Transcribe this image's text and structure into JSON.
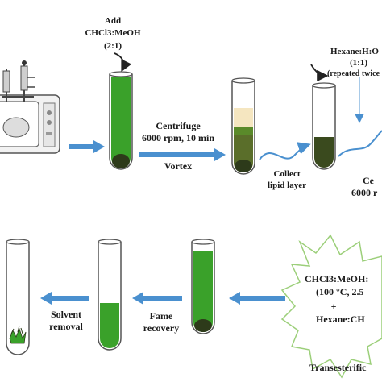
{
  "labels": {
    "add_title": "Add",
    "add_ratio": "CHCl3:MeOH",
    "add_ratio2": "(2:1)",
    "centrifuge1": "Centrifuge",
    "centrifuge1_speed": "6000 rpm, 10 min",
    "vortex": "Vortex",
    "collect1": "Collect",
    "collect2": "lipid layer",
    "hexane_ratio": "Hexane:H:O",
    "hexane_ratio2": "(1:1)",
    "repeated": "(repeated twice",
    "centrifuge2": "Ce",
    "centrifuge2_speed": "6000 r",
    "solvent1": "Solvent",
    "solvent2": "removal",
    "fame1": "Fame",
    "fame2": "recovery",
    "star_line1": "CHCl3:MeOH:",
    "star_line2": "(100 °C, 2.5",
    "star_plus": "+",
    "star_line3": "Hexane:CH",
    "transesterification": "Transesterific"
  },
  "colors": {
    "arrow": "#4a90cf",
    "green_liquid": "#3aa12a",
    "dark_sediment": "#2d3a1a",
    "lipid_layer": "#f5e6c0",
    "olive_layer": "#5a6e2a",
    "star_outline": "#9ccf7a"
  }
}
